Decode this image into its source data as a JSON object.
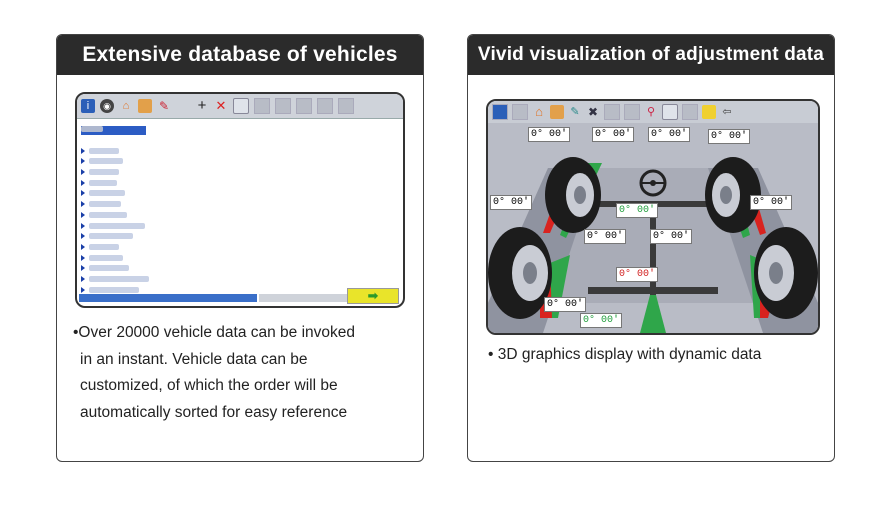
{
  "left_card": {
    "title": "Extensive database of vehicles",
    "description_lines": [
      "•Over 20000 vehicle data can be invoked",
      "in an instant. Vehicle data can be",
      "customized, of which the order will be",
      "automatically sorted for easy reference"
    ],
    "screenshot": {
      "toolbar_icons": [
        "info-icon",
        "eye-icon",
        "home-icon",
        "folder-icon",
        "edit-icon",
        "add-icon",
        "delete-icon",
        "print-icon"
      ],
      "next_arrow": "➡"
    }
  },
  "right_card": {
    "title": "Vivid visualization of adjustment data",
    "description": "•  3D graphics display with dynamic data",
    "screenshot": {
      "toolbar_icons": [
        "home-icon",
        "folder-icon",
        "pencil-icon",
        "wrench-icon",
        "search-icon",
        "camera-icon",
        "help-icon",
        "exit-icon"
      ],
      "readouts": [
        "0° 00'",
        "0° 00'",
        "0° 00'",
        "0° 00'",
        "0° 00'",
        "0° 00'",
        "0° 00'",
        "0° 00'",
        "0° 00'",
        "0° 00'",
        "0° 00'",
        "0° 00'"
      ]
    }
  },
  "colors": {
    "title_bg": "#2b2b2b",
    "selection": "#2c5cc4",
    "green": "#1e9d3a",
    "red": "#d11e1e",
    "next_button": "#e9e42a"
  }
}
